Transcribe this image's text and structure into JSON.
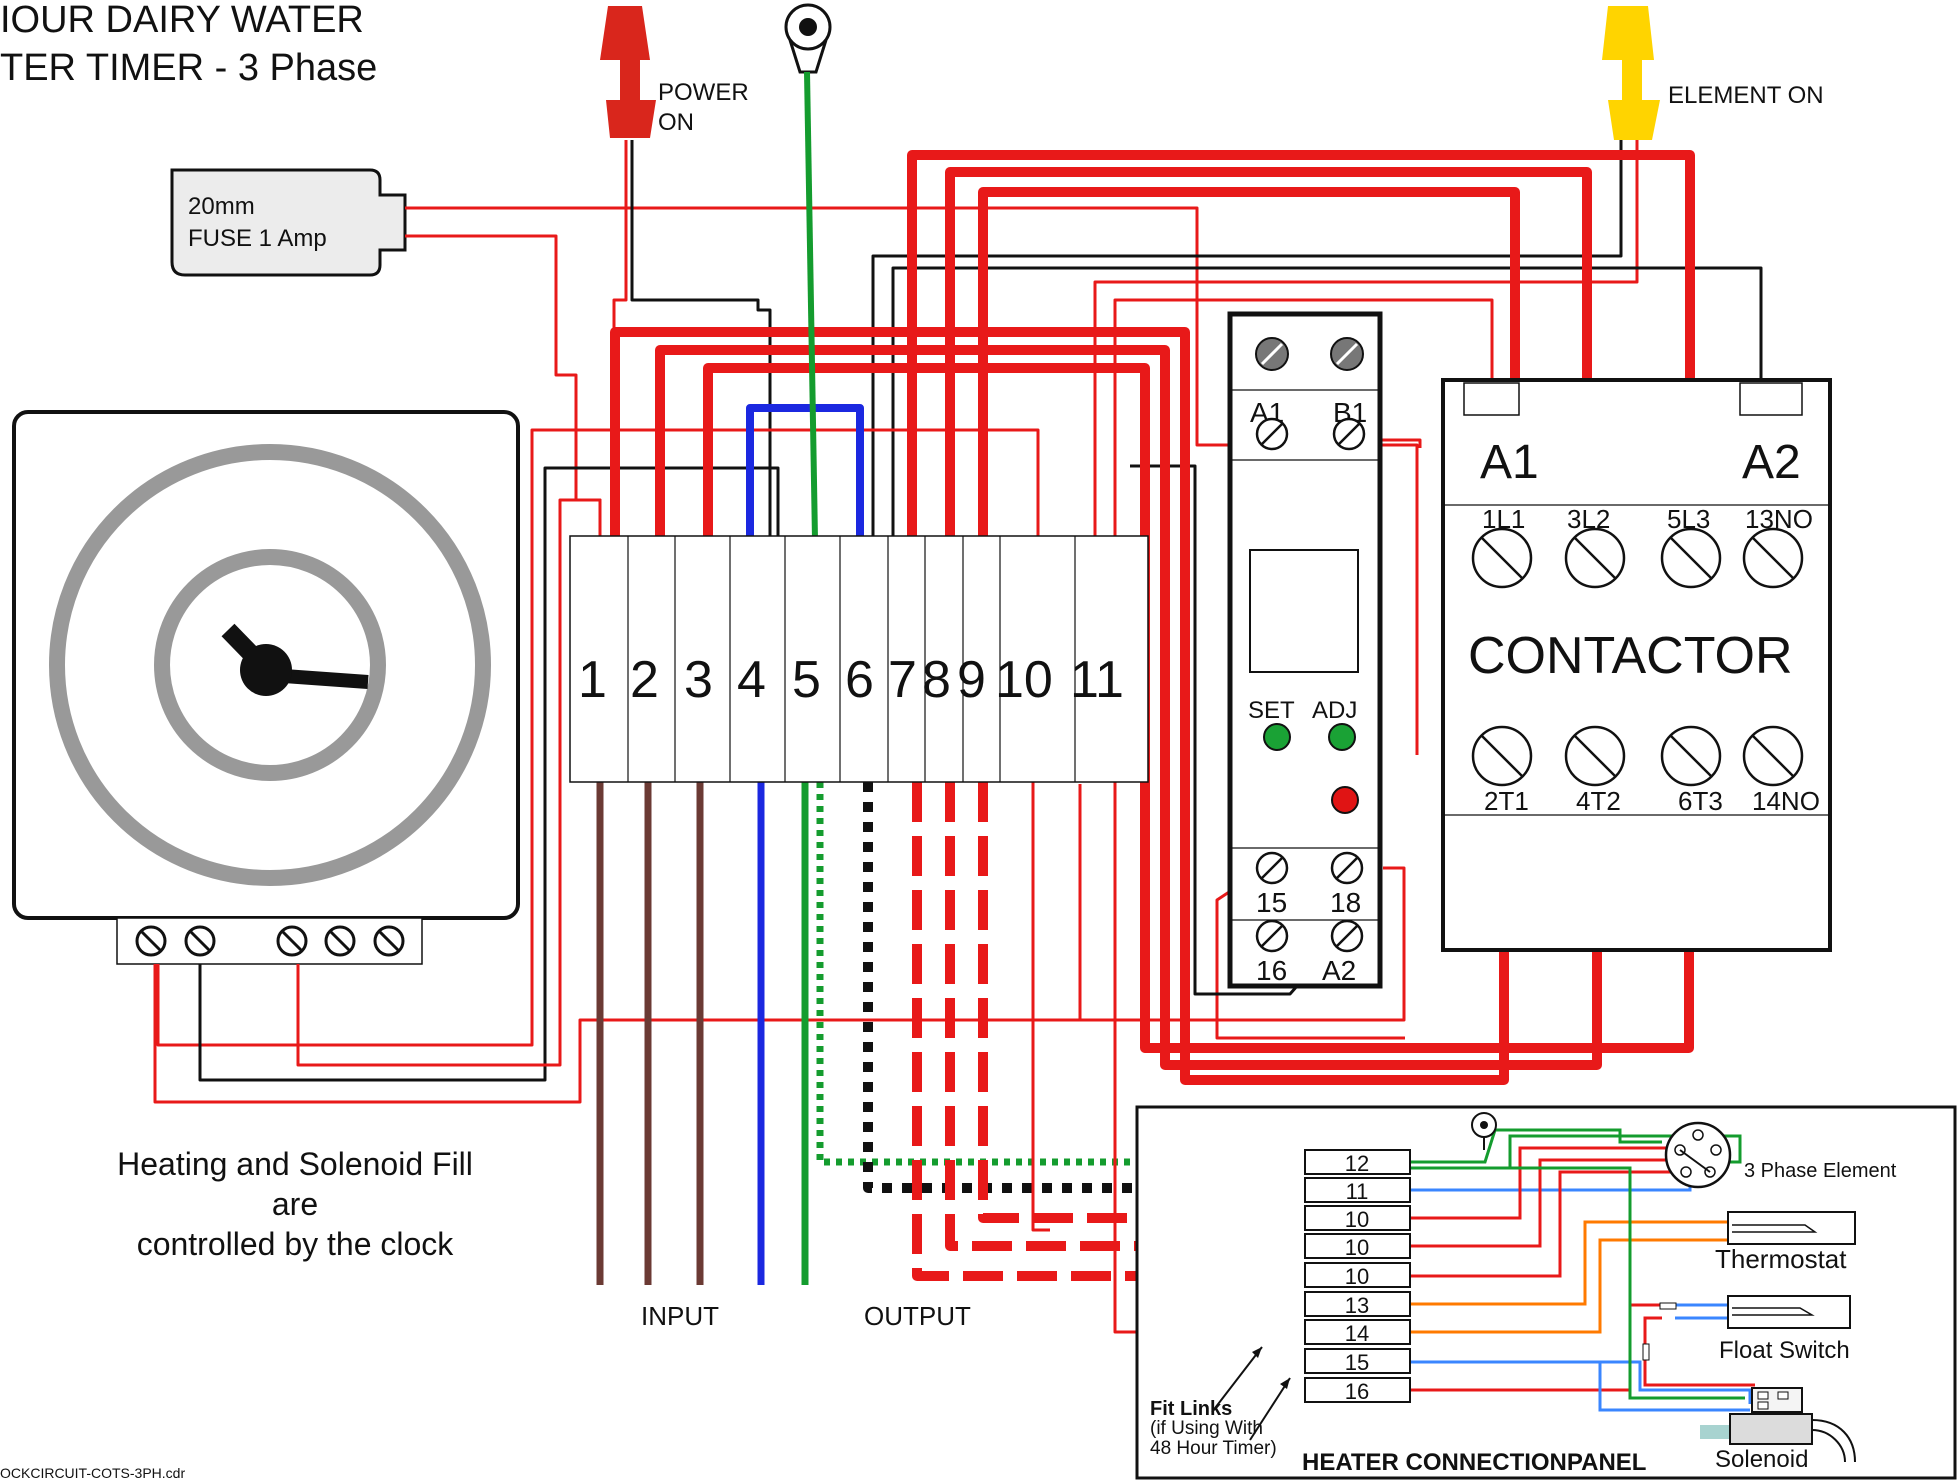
{
  "title": {
    "line1": "IOUR DAIRY WATER",
    "line2": "TER TIMER - 3 Phase"
  },
  "indicators": {
    "power_label_1": "POWER",
    "power_label_2": "ON",
    "element_label": "ELEMENT ON",
    "red_color": "#d9261c",
    "yellow_color": "#ffd400"
  },
  "fuse": {
    "line1": "20mm",
    "line2": "FUSE 1 Amp"
  },
  "terminal_block": {
    "numbers": [
      "1",
      "2",
      "3",
      "4",
      "5",
      "6",
      "7",
      "8",
      "9",
      "10",
      "11"
    ]
  },
  "relay": {
    "top_labels": [
      "A1",
      "B1"
    ],
    "button_labels": [
      "SET",
      "ADJ"
    ],
    "bottom_labels": [
      "15",
      "18",
      "16",
      "A2"
    ]
  },
  "contactor": {
    "title": "CONTACTOR",
    "coil_labels": [
      "A1",
      "A2"
    ],
    "top_terms": [
      "1L1",
      "3L2",
      "5L3",
      "13NO"
    ],
    "bottom_terms": [
      "2T1",
      "4T2",
      "6T3",
      "14NO"
    ]
  },
  "labels": {
    "input": "INPUT",
    "output": "OUTPUT",
    "note_1": "Heating and Solenoid Fill",
    "note_2": "are",
    "note_3": "controlled by the clock",
    "file_name": "OCKCIRCUIT-COTS-3PH.cdr"
  },
  "panel": {
    "title": "HEATER CONNECTIONPANEL",
    "terminals": [
      "12",
      "11",
      "10",
      "10",
      "10",
      "13",
      "14",
      "15",
      "16"
    ],
    "element": "3 Phase Element",
    "thermostat": "Thermostat",
    "float_switch": "Float Switch",
    "solenoid": "Solenoid",
    "fit_links_1": "Fit Links",
    "fit_links_2": "(if Using With",
    "fit_links_3": "48 Hour Timer)"
  }
}
